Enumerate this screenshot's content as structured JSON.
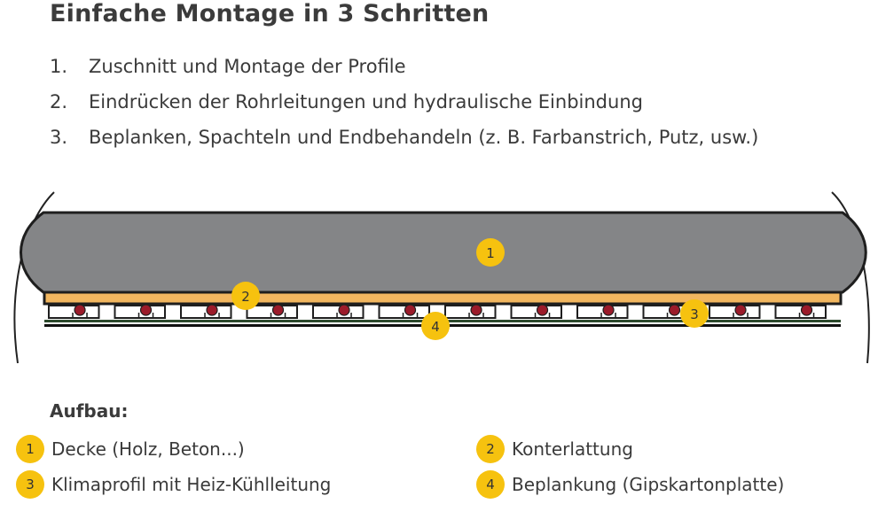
{
  "title": "Einfache Montage in 3 Schritten",
  "steps": [
    {
      "num": "1.",
      "text": "Zuschnitt und Montage der Profile"
    },
    {
      "num": "2.",
      "text": "Eindrücken der Rohrleitungen und hydraulische Einbindung"
    },
    {
      "num": "3.",
      "text": "Beplanken, Spachteln und Endbehandeln (z. B. Farbanstrich, Putz, usw.)"
    }
  ],
  "diagram": {
    "markers": [
      "1",
      "2",
      "3",
      "4"
    ],
    "colors": {
      "ceiling": "#848587",
      "batten": "#f1b65f",
      "pipe": "#9b1b2a",
      "badge": "#f6c20f",
      "board": "#2d4a2d"
    }
  },
  "aufbau": {
    "title": "Aufbau:",
    "items": [
      {
        "num": "1",
        "label": "Decke (Holz, Beton...)"
      },
      {
        "num": "2",
        "label": "Konterlattung"
      },
      {
        "num": "3",
        "label": "Klimaprofil mit Heiz-Kühlleitung"
      },
      {
        "num": "4",
        "label": "Beplankung (Gipskartonplatte)"
      }
    ]
  }
}
